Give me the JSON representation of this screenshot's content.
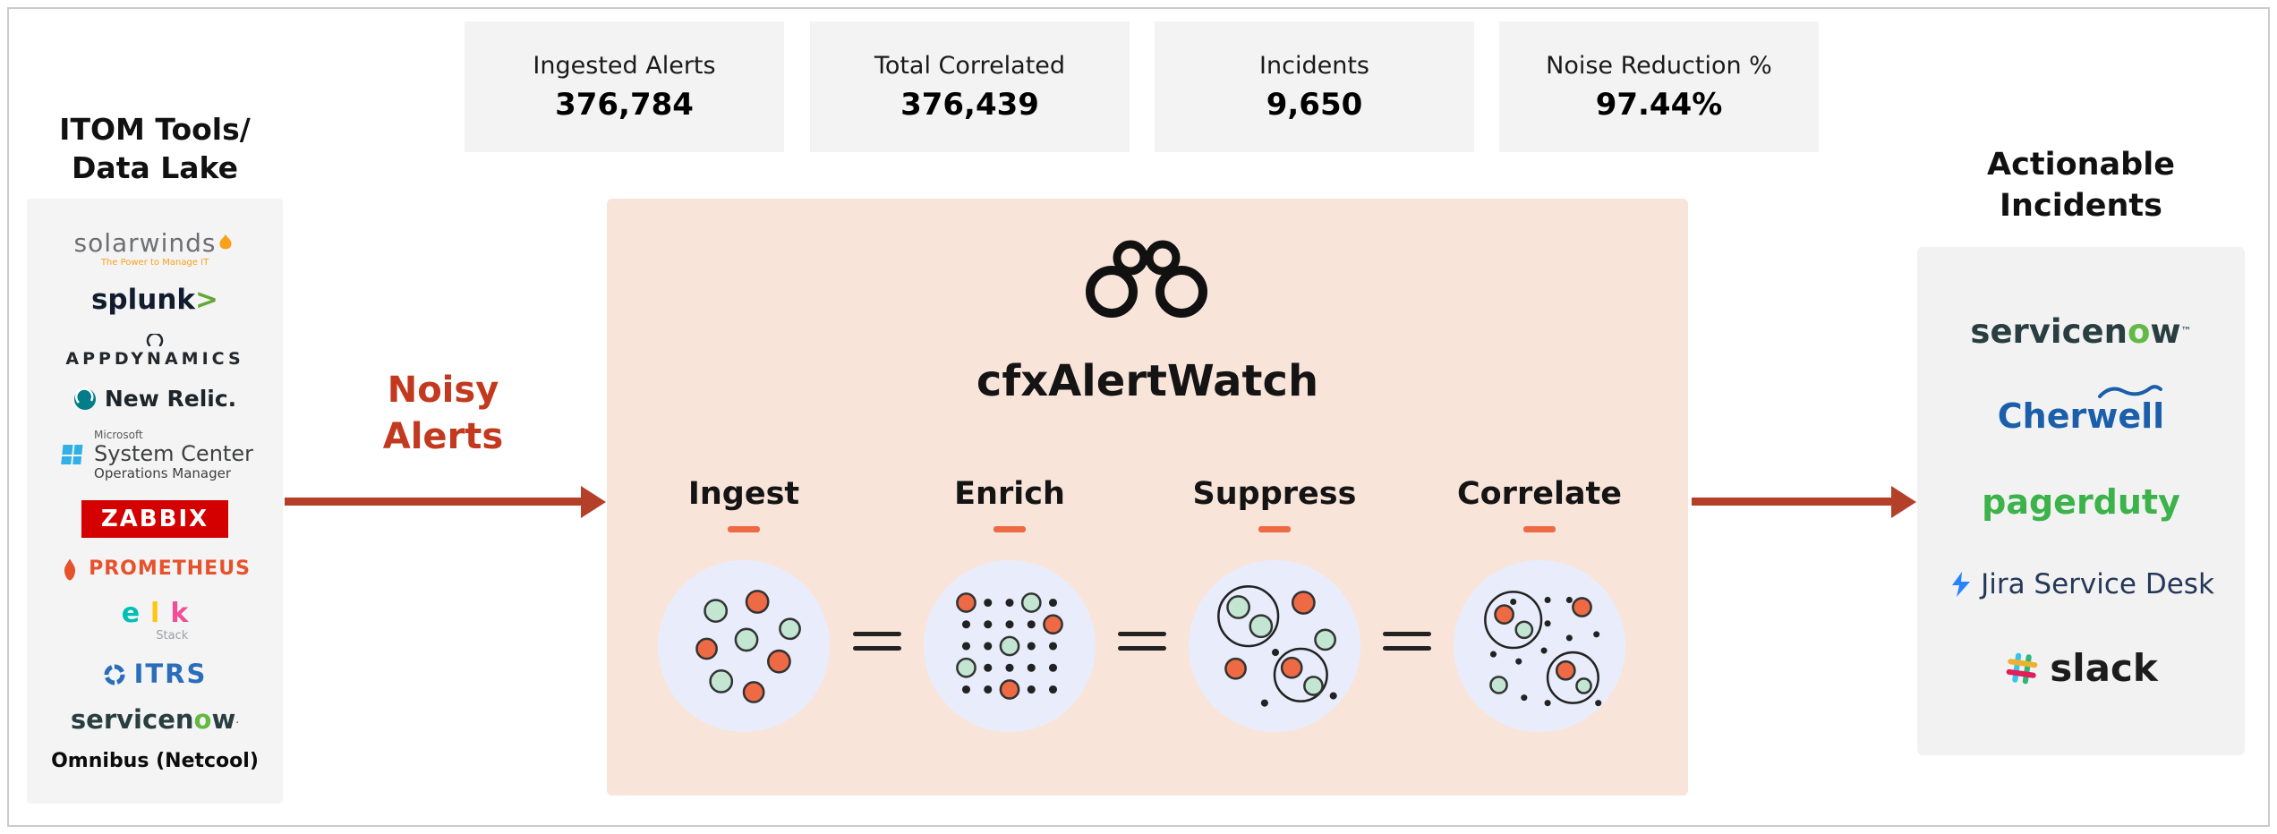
{
  "colors": {
    "accent": "#b5402a",
    "peach": "#f9e4da",
    "bubble": "#e9edfb",
    "orange-dot": "#ed6a45",
    "mint-dot": "#c3e6d2",
    "panel-gray": "#f4f4f4",
    "stat-gray": "#f3f3f3"
  },
  "stats": [
    {
      "label": "Ingested Alerts",
      "value": "376,784"
    },
    {
      "label": "Total Correlated",
      "value": "376,439"
    },
    {
      "label": "Incidents",
      "value": "9,650"
    },
    {
      "label": "Noise Reduction %",
      "value": "97.44%"
    }
  ],
  "left": {
    "title_line1": "ITOM Tools/",
    "title_line2": "Data Lake",
    "logos": {
      "solarwinds": {
        "name": "solarwinds",
        "tagline": "The Power to Manage IT"
      },
      "splunk": {
        "name": "splunk",
        "mark": ">"
      },
      "appdynamics": {
        "name": "APPDYNAMICS"
      },
      "newrelic": {
        "name": "New Relic."
      },
      "systemcenter": {
        "brand": "Microsoft",
        "name": "System Center",
        "sub": "Operations Manager"
      },
      "zabbix": {
        "name": "ZABBIX"
      },
      "prometheus": {
        "name": "PROMETHEUS"
      },
      "elk": {
        "e": "e",
        "l": "l",
        "k": "k",
        "sub": "Stack"
      },
      "itrs": {
        "name": "ITRS"
      },
      "servicenow": {
        "pre": "servicen",
        "o": "o",
        "post": "w",
        "tm": "."
      },
      "omnibus": {
        "name": "Omnibus (Netcool)"
      }
    }
  },
  "flow": {
    "noisy_line1": "Noisy",
    "noisy_line2": "Alerts",
    "product": "cfxAlertWatch",
    "stages": [
      {
        "label": "Ingest"
      },
      {
        "label": "Enrich"
      },
      {
        "label": "Suppress"
      },
      {
        "label": "Correlate"
      }
    ]
  },
  "right": {
    "title_line1": "Actionable",
    "title_line2": "Incidents",
    "logos": {
      "servicenow": {
        "pre": "servicen",
        "o": "o",
        "post": "w",
        "tm": "™"
      },
      "cherwell": {
        "name": "Cherwell"
      },
      "pagerduty": {
        "name": "pagerduty"
      },
      "jira": {
        "name": "Jira Service Desk"
      },
      "slack": {
        "name": "slack"
      }
    }
  }
}
